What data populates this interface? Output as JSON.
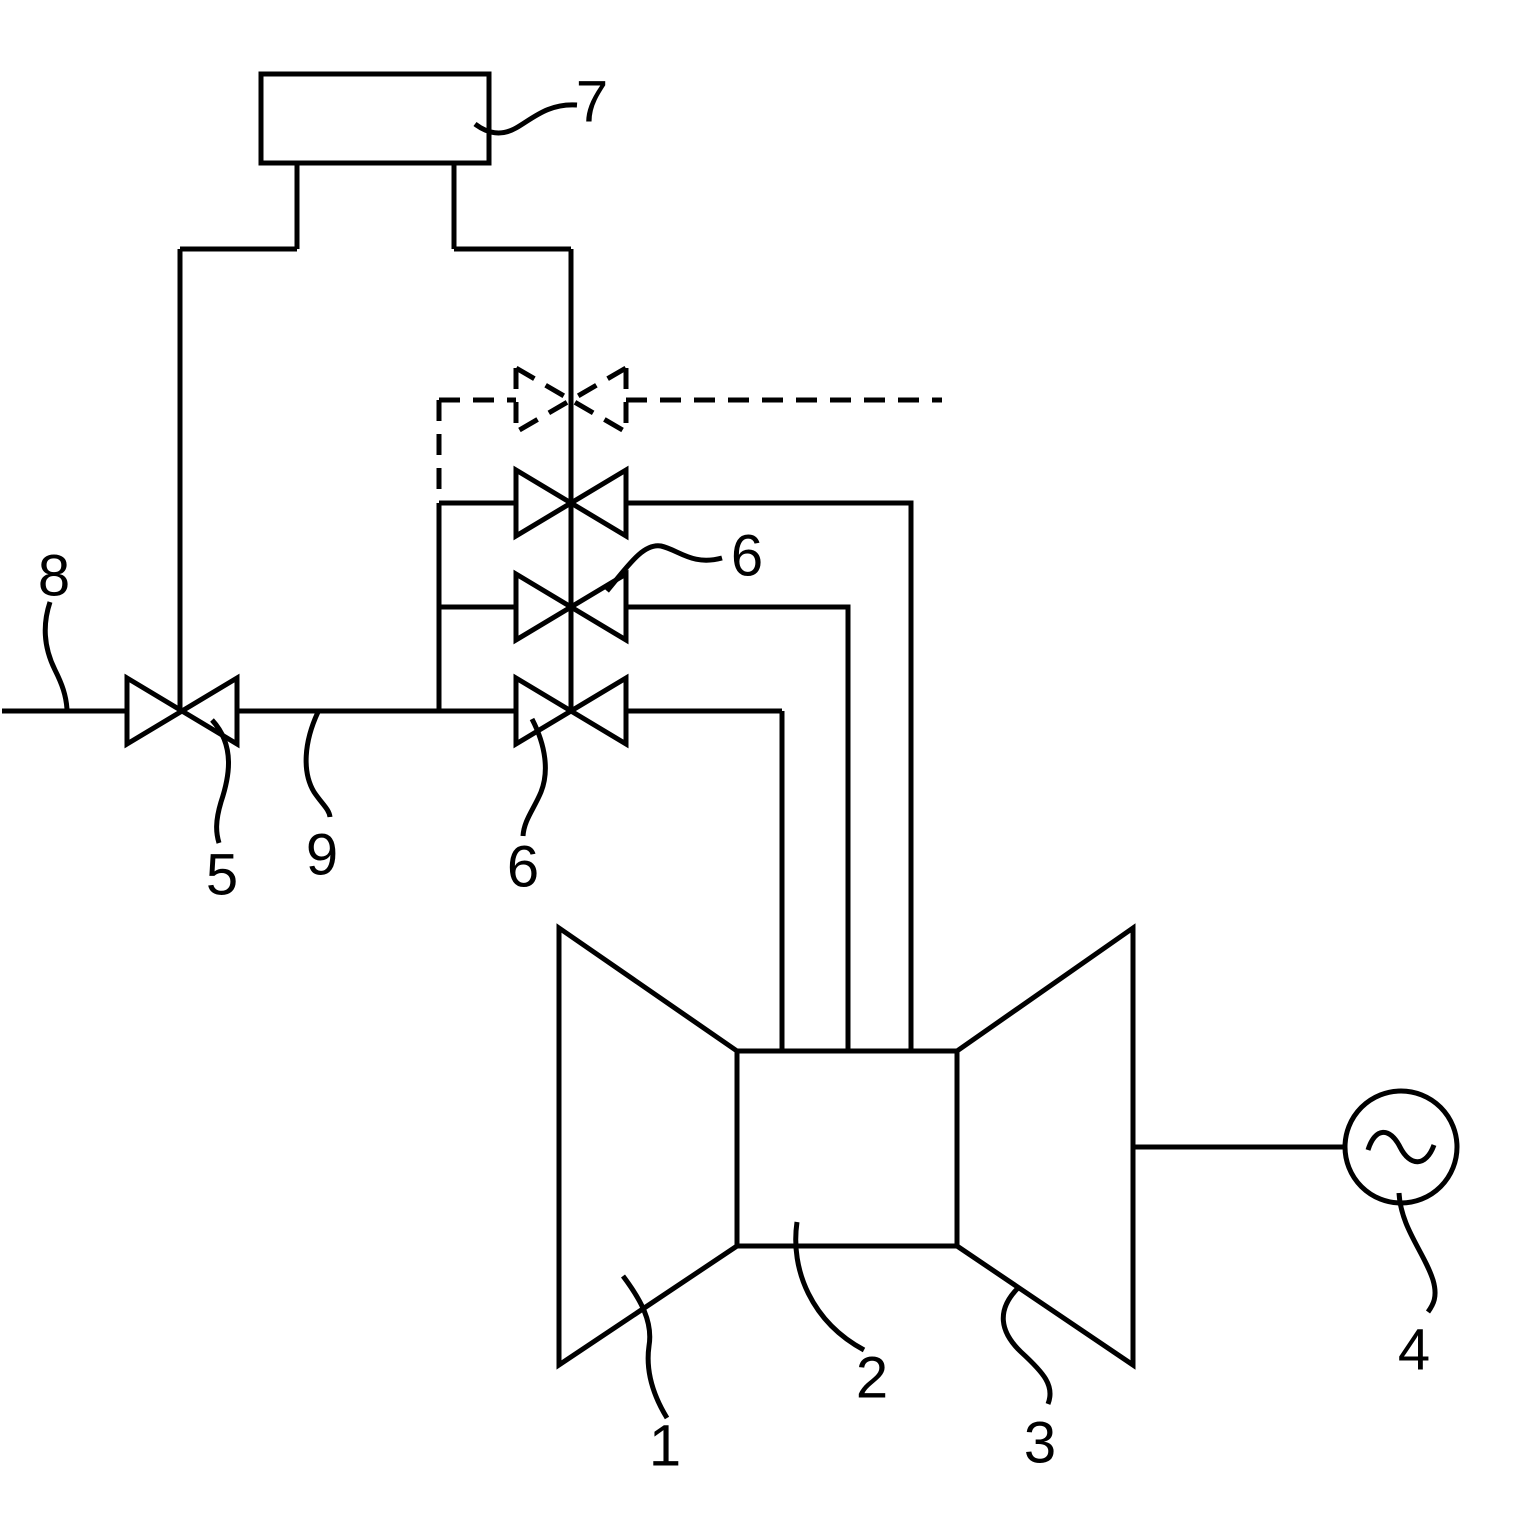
{
  "figure": {
    "background_color": "#ffffff",
    "stroke_color": "#000000",
    "style": "patent line schematic, gas-turbine fuel system",
    "labels": {
      "compressor": "1",
      "combustor": "2",
      "turbine": "3",
      "generator": "4",
      "main_valve": "5",
      "burner_valve_right": "6",
      "burner_valve_bottom": "6",
      "fuel_supply_unit": "7",
      "fuel_feed_line": "8",
      "distribution_line": "9"
    }
  }
}
